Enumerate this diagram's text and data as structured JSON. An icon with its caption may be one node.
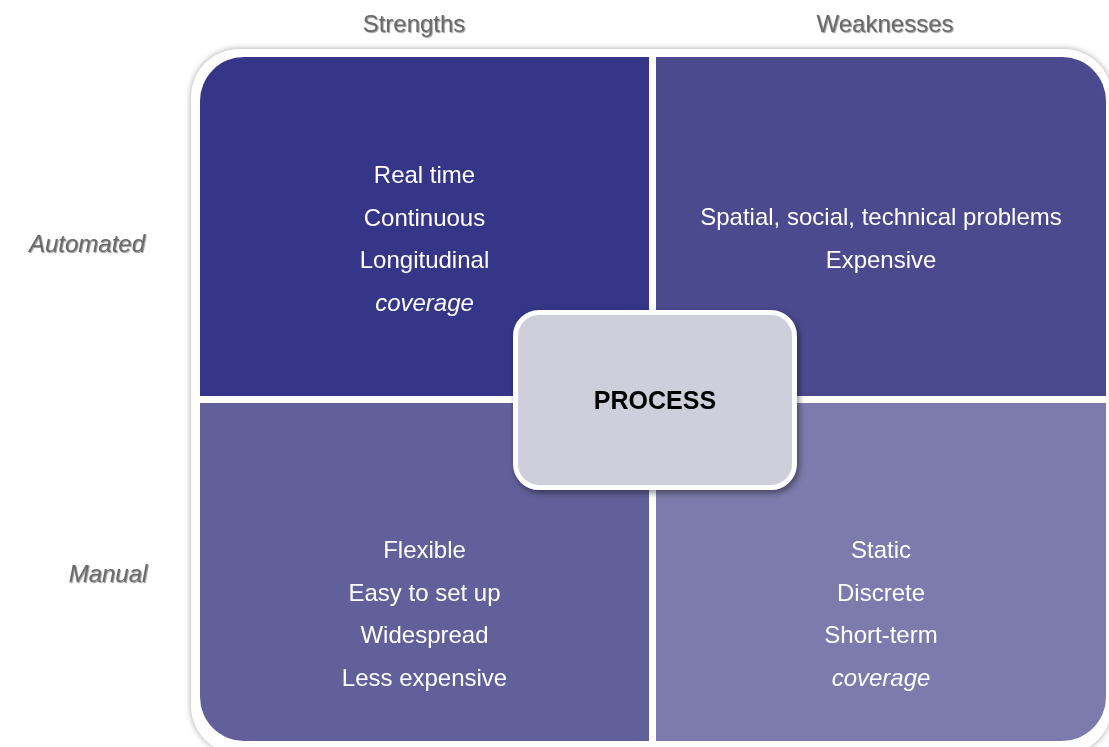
{
  "diagram": {
    "nodes": [
      {
        "text": [
          "Real time",
          "Continuous",
          "Longitudinal",
          "*coverage*"
        ]
      },
      {
        "text": [
          "Spatial, social, technical problems",
          "Expensive"
        ]
      },
      {
        "text": [
          "Flexible",
          "Easy to set up",
          "Widespread",
          "Less expensive"
        ]
      },
      {
        "text": [
          "Static",
          "Discrete",
          "Short-term",
          "*coverage*"
        ]
      },
      {
        "text": [
          "PROCESS"
        ]
      }
    ],
    "labels": [
      "Strengths",
      "Weaknesses",
      "Automated",
      "Manual"
    ]
  }
}
